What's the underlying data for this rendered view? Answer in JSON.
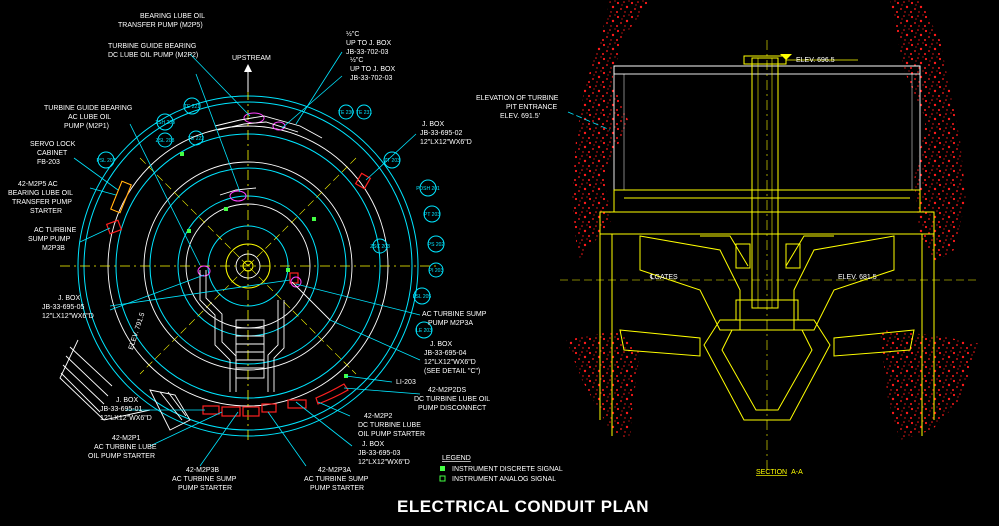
{
  "title": "ELECTRICAL CONDUIT PLAN",
  "colors": {
    "background": "#000000",
    "cyan": "#00e5ff",
    "yellow": "#ffff00",
    "red": "#ff2020",
    "magenta": "#ff40ff",
    "green": "#44ff44",
    "white": "#ffffff"
  },
  "plan": {
    "upstream": "UPSTREAM",
    "elev": "ELEV. 791.5",
    "labels": {
      "bearing_lube_1": "BEARING LUBE OIL",
      "bearing_lube_2": "TRANSFER PUMP (M2P5)",
      "tgb_dc_1": "TURBINE GUIDE BEARING",
      "tgb_dc_2": "DC LUBE OIL PUMP (M2P2)",
      "tgb_ac_1": "TURBINE GUIDE BEARING",
      "tgb_ac_2": "AC LUBE OIL",
      "tgb_ac_3": "PUMP (M2P1)",
      "servo_1": "SERVO LOCK",
      "servo_2": "CABINET",
      "servo_3": "FB-203",
      "m2p5_1": "42-M2P5 AC",
      "m2p5_2": "BEARING LUBE OIL",
      "m2p5_3": "TRANSFER PUMP",
      "m2p5_4": "STARTER",
      "acsump_1": "AC TURBINE",
      "acsump_2": "SUMP PUMP",
      "acsump_3": "M2P3B",
      "jbox05_1": "J. BOX",
      "jbox05_2": "JB-33-695-05",
      "jbox05_3": "12\"LX12\"WX6\"D",
      "jbox01_1": "J. BOX",
      "jbox01_2": "JB-33-695-01",
      "jbox01_3": "12\"LX12\"WX6\"D",
      "m2p1_1": "42-M2P1",
      "m2p1_2": "AC TURBINE LUBE",
      "m2p1_3": "OIL PUMP STARTER",
      "m2p3b_1": "42-M2P3B",
      "m2p3b_2": "AC TURBINE SUMP",
      "m2p3b_3": "PUMP STARTER",
      "m2p3a_1": "42-M2P3A",
      "m2p3a_2": "AC TURBINE SUMP",
      "m2p3a_3": "PUMP STARTER",
      "jbox03_1": "J. BOX",
      "jbox03_2": "JB-33-695-03",
      "jbox03_3": "12\"LX12\"WX6\"D",
      "m2p2_1": "42-M2P2",
      "m2p2_2": "DC TURBINE LUBE",
      "m2p2_3": "OIL PUMP STARTER",
      "m2p2ds_1": "42-M2P2DS",
      "m2p2ds_2": "DC TURBINE LUBE OIL",
      "m2p2ds_3": "PUMP DISCONNECT",
      "li203": "LI-203",
      "jbox04_1": "J. BOX",
      "jbox04_2": "JB-33-695-04",
      "jbox04_3": "12\"LX12\"WX6\"D",
      "jbox04_4": "(SEE DETAIL \"C\")",
      "acsumpa_1": "AC TURBINE SUMP",
      "acsumpa_2": "PUMP M2P3A",
      "jbox02_1": "J. BOX",
      "jbox02_2": "JB-33-695-02",
      "jbox02_3": "12\"LX12\"WX6\"D",
      "upjb1_1": "½\"C",
      "upjb1_2": "UP TO J. BOX",
      "upjb1_3": "JB-33-702-03",
      "upjb2_1": "½\"C",
      "upjb2_2": "UP TO J. BOX",
      "upjb2_3": "JB-33-702-03"
    },
    "bubbles": [
      "TE 221",
      "TE 222",
      "ZSH 203",
      "ZSL 203",
      "TE 230",
      "TE 231",
      "PSL 207",
      "ZT 203",
      "PDSH 201",
      "PT 203",
      "PS 202",
      "ZSC 203",
      "LSL 205",
      "PI 203",
      "LE 203"
    ],
    "legend": {
      "title": "LEGEND",
      "discrete": "INSTRUMENT DISCRETE SIGNAL",
      "analog": "INSTRUMENT ANALOG SIGNAL"
    }
  },
  "section": {
    "elev_top": "ELEV. 696.5",
    "pit_1": "ELEVATION OF TURBINE",
    "pit_2": "PIT ENTRANCE",
    "pit_3": "ELEV. 691.5'",
    "gates": "℄GATES",
    "elev_mid": "ELEV. 681.5",
    "section_label": "SECTION",
    "section_id": "A-A"
  }
}
